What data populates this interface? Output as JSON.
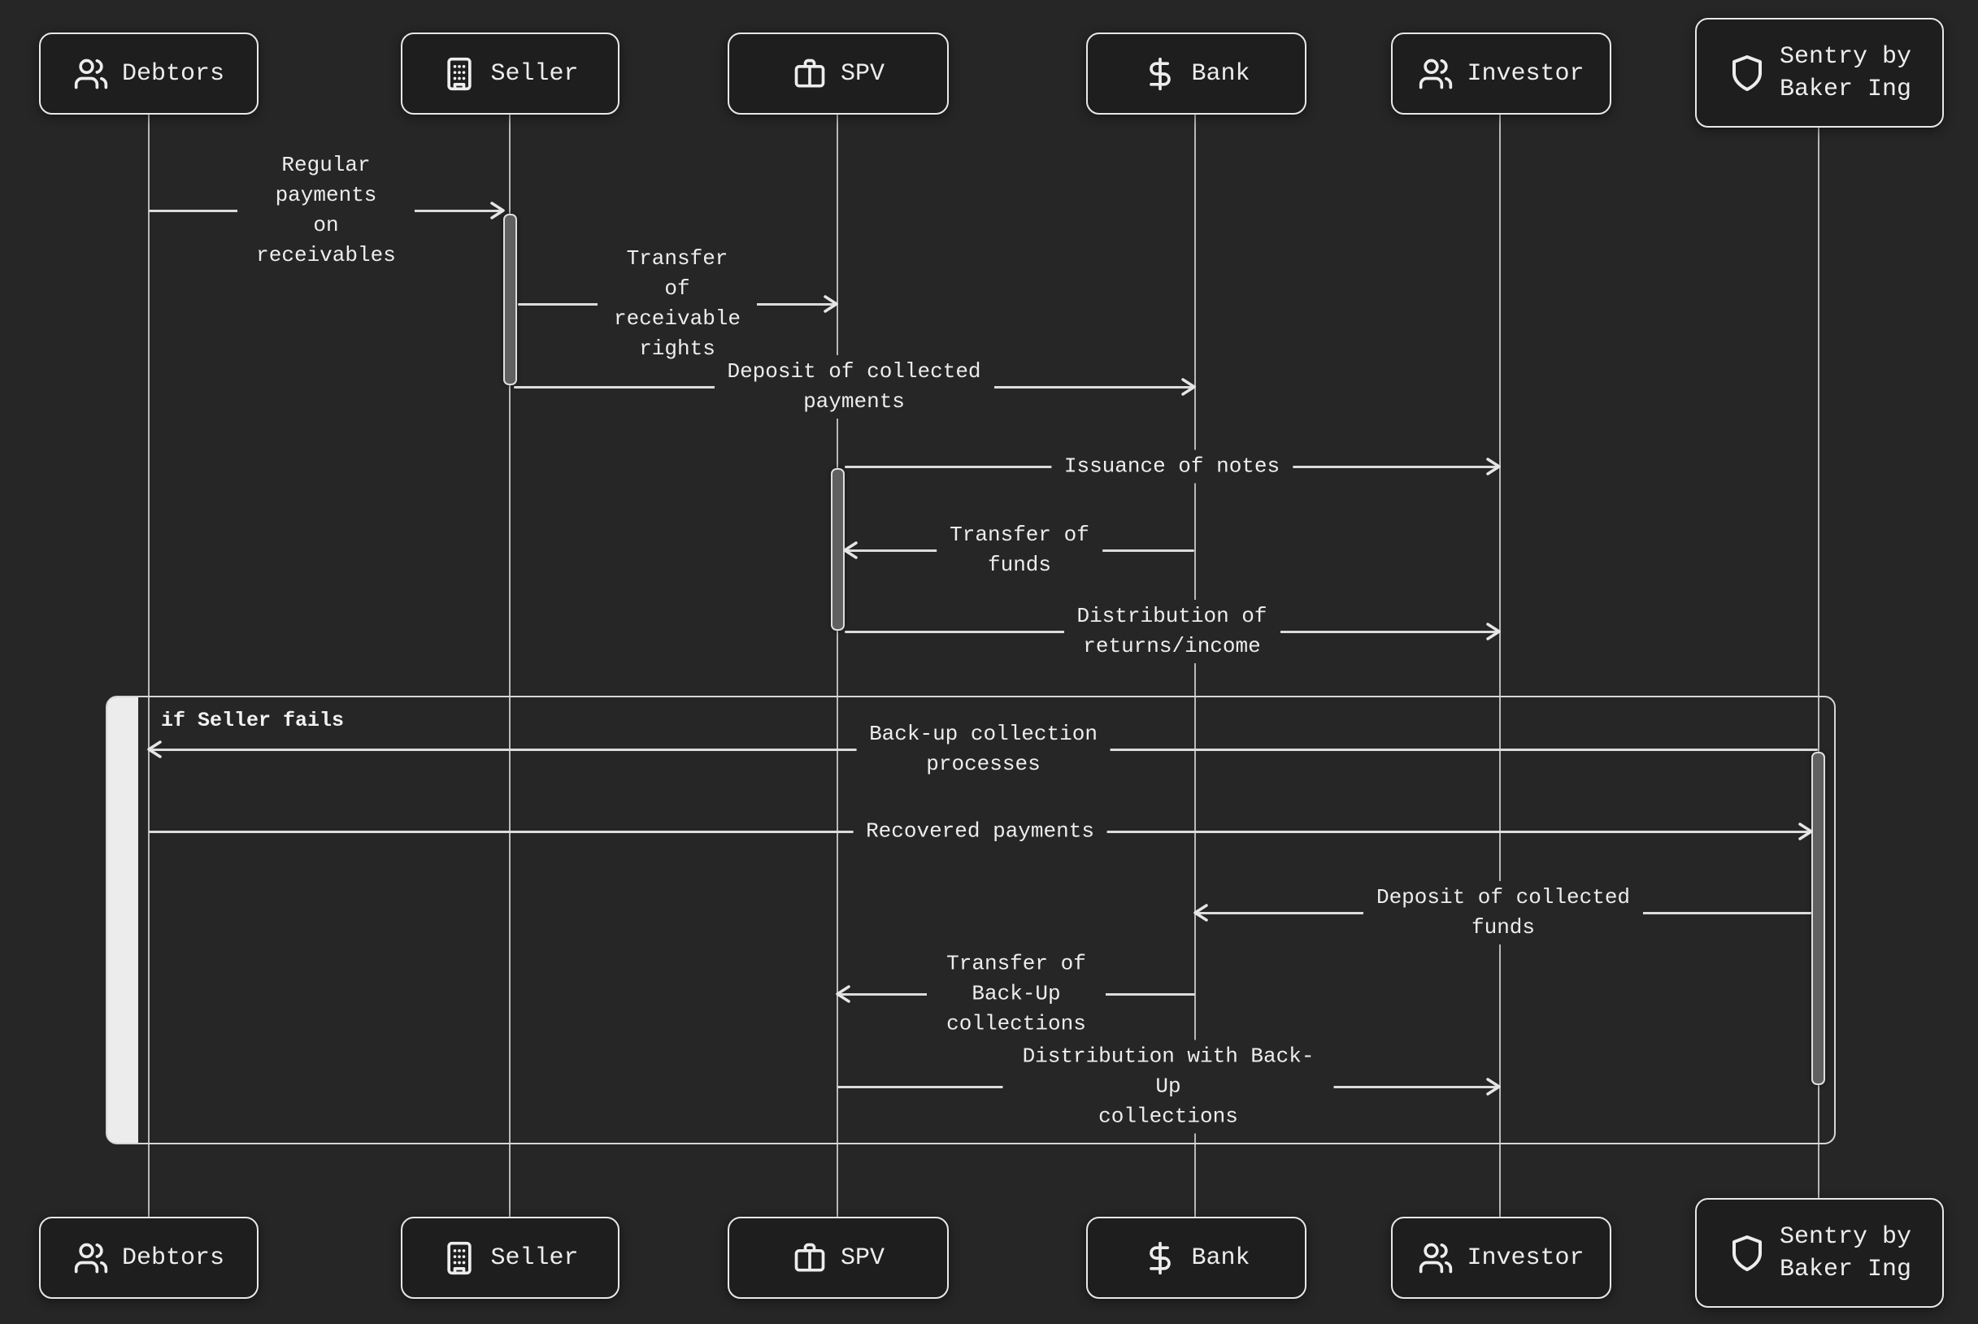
{
  "theme": {
    "background": "#262626",
    "box_fill": "#1e1e1e",
    "box_border": "#e8e8e8",
    "lifeline_color": "#b9b9b9",
    "message_line_color": "#dcdcdc",
    "activation_fill": "#606060",
    "group_strip_color": "#ececec",
    "text_color": "#ededed"
  },
  "actors": [
    {
      "label": "Debtors",
      "icon": "users-icon"
    },
    {
      "label": "Seller",
      "icon": "building-icon"
    },
    {
      "label": "SPV",
      "icon": "briefcase-icon"
    },
    {
      "label": "Bank",
      "icon": "dollar-sign-icon"
    },
    {
      "label": "Investor",
      "icon": "users-icon"
    },
    {
      "label": "Sentry by\nBaker Ing",
      "icon": "shield-icon"
    }
  ],
  "messages": [
    {
      "label": "Regular payments\non receivables",
      "from": "Debtors",
      "to": "Seller",
      "direction": "right"
    },
    {
      "label": "Transfer of\nreceivable rights",
      "from": "Seller",
      "to": "SPV",
      "direction": "right"
    },
    {
      "label": "Deposit of collected\npayments",
      "from": "Seller",
      "to": "Bank",
      "direction": "right"
    },
    {
      "label": "Issuance of notes",
      "from": "SPV",
      "to": "Investor",
      "direction": "right"
    },
    {
      "label": "Transfer of\nfunds",
      "from": "Bank",
      "to": "SPV",
      "direction": "left"
    },
    {
      "label": "Distribution of\nreturns/income",
      "from": "SPV",
      "to": "Investor",
      "direction": "right"
    },
    {
      "label": "Back-up collection\nprocesses",
      "from": "Sentry by Baker Ing",
      "to": "Debtors",
      "direction": "left"
    },
    {
      "label": "Recovered payments",
      "from": "Debtors",
      "to": "Sentry by Baker Ing",
      "direction": "right"
    },
    {
      "label": "Deposit of collected\nfunds",
      "from": "Sentry by Baker Ing",
      "to": "Bank",
      "direction": "left"
    },
    {
      "label": "Transfer of Back-Up\ncollections",
      "from": "Bank",
      "to": "SPV",
      "direction": "left"
    },
    {
      "label": "Distribution with Back-Up\ncollections",
      "from": "SPV",
      "to": "Investor",
      "direction": "right"
    }
  ],
  "group": {
    "label": "if Seller fails"
  }
}
